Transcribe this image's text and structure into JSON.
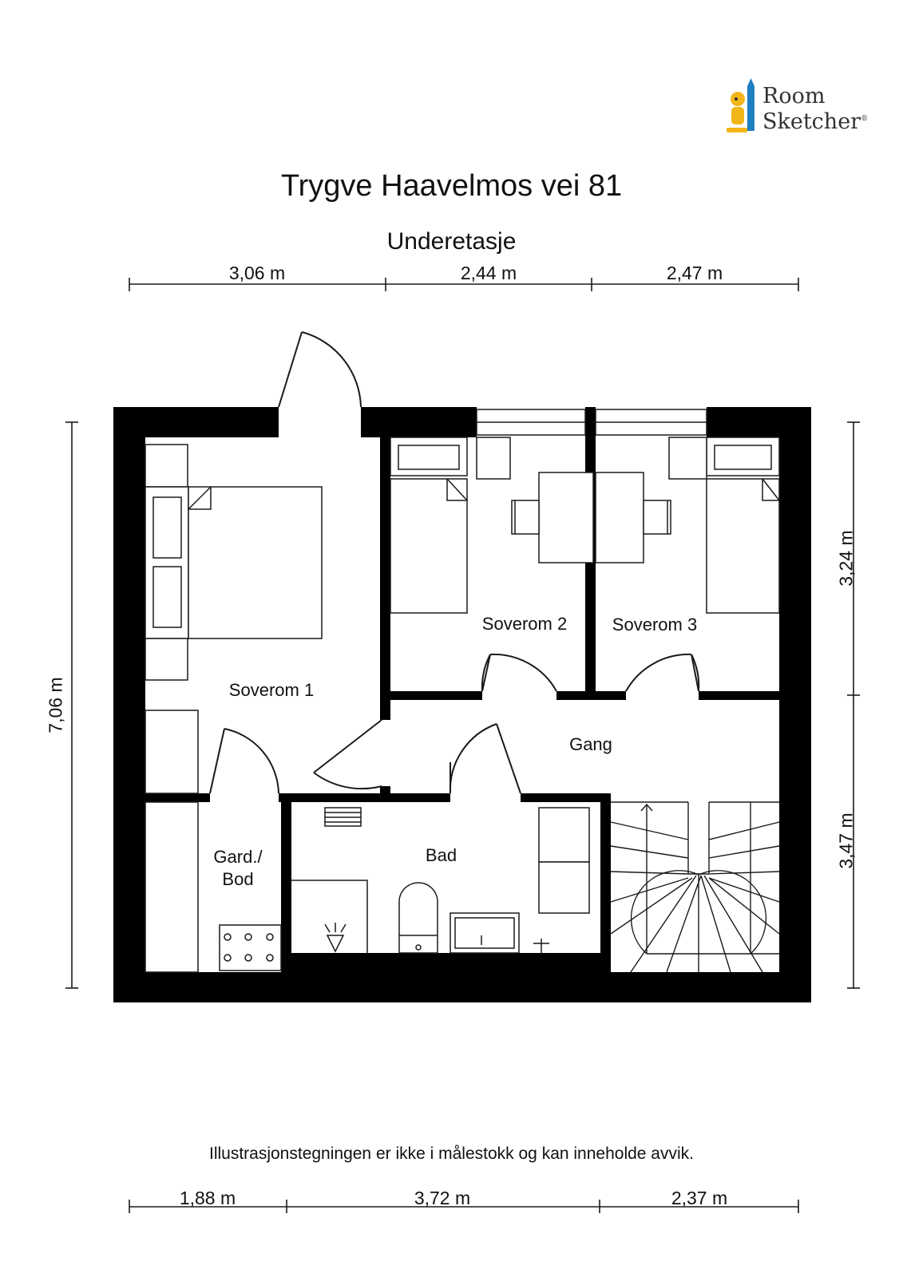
{
  "logo": {
    "line1": "Room",
    "line2": "Sketcher",
    "mark": "®"
  },
  "title": "Trygve Haavelmos vei 81",
  "subtitle": "Underetasje",
  "dimensions": {
    "top": [
      "3,06 m",
      "2,44 m",
      "2,47 m"
    ],
    "bottom": [
      "1,88 m",
      "3,72 m",
      "2,37 m"
    ],
    "left": "7,06 m",
    "right_upper": "3,24 m",
    "right_lower": "3,47 m"
  },
  "rooms": {
    "soverom1": "Soverom 1",
    "soverom2": "Soverom 2",
    "soverom3": "Soverom 3",
    "gang": "Gang",
    "gard_bod_line1": "Gard./",
    "gard_bod_line2": "Bod",
    "bad": "Bad"
  },
  "note": "Illustrasjonstegningen er ikke i målestokk og kan inneholde avvik.",
  "colors": {
    "wall": "#000000",
    "line": "#1a1a1a",
    "logo_yellow": "#f2b619",
    "logo_blue": "#1e7fc1"
  }
}
